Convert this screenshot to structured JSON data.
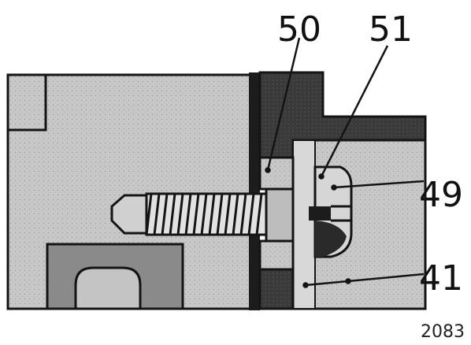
{
  "callouts": {
    "label_50": "50",
    "label_51": "51",
    "label_49": "49",
    "label_41": "41"
  },
  "figure_number": "2083",
  "colors": {
    "paper": "#ffffff",
    "housing_fill": "#c8c8c8",
    "dark_fill": "#3a3a3a",
    "outline": "#141414",
    "thread_fill": "#e2e2e2"
  }
}
